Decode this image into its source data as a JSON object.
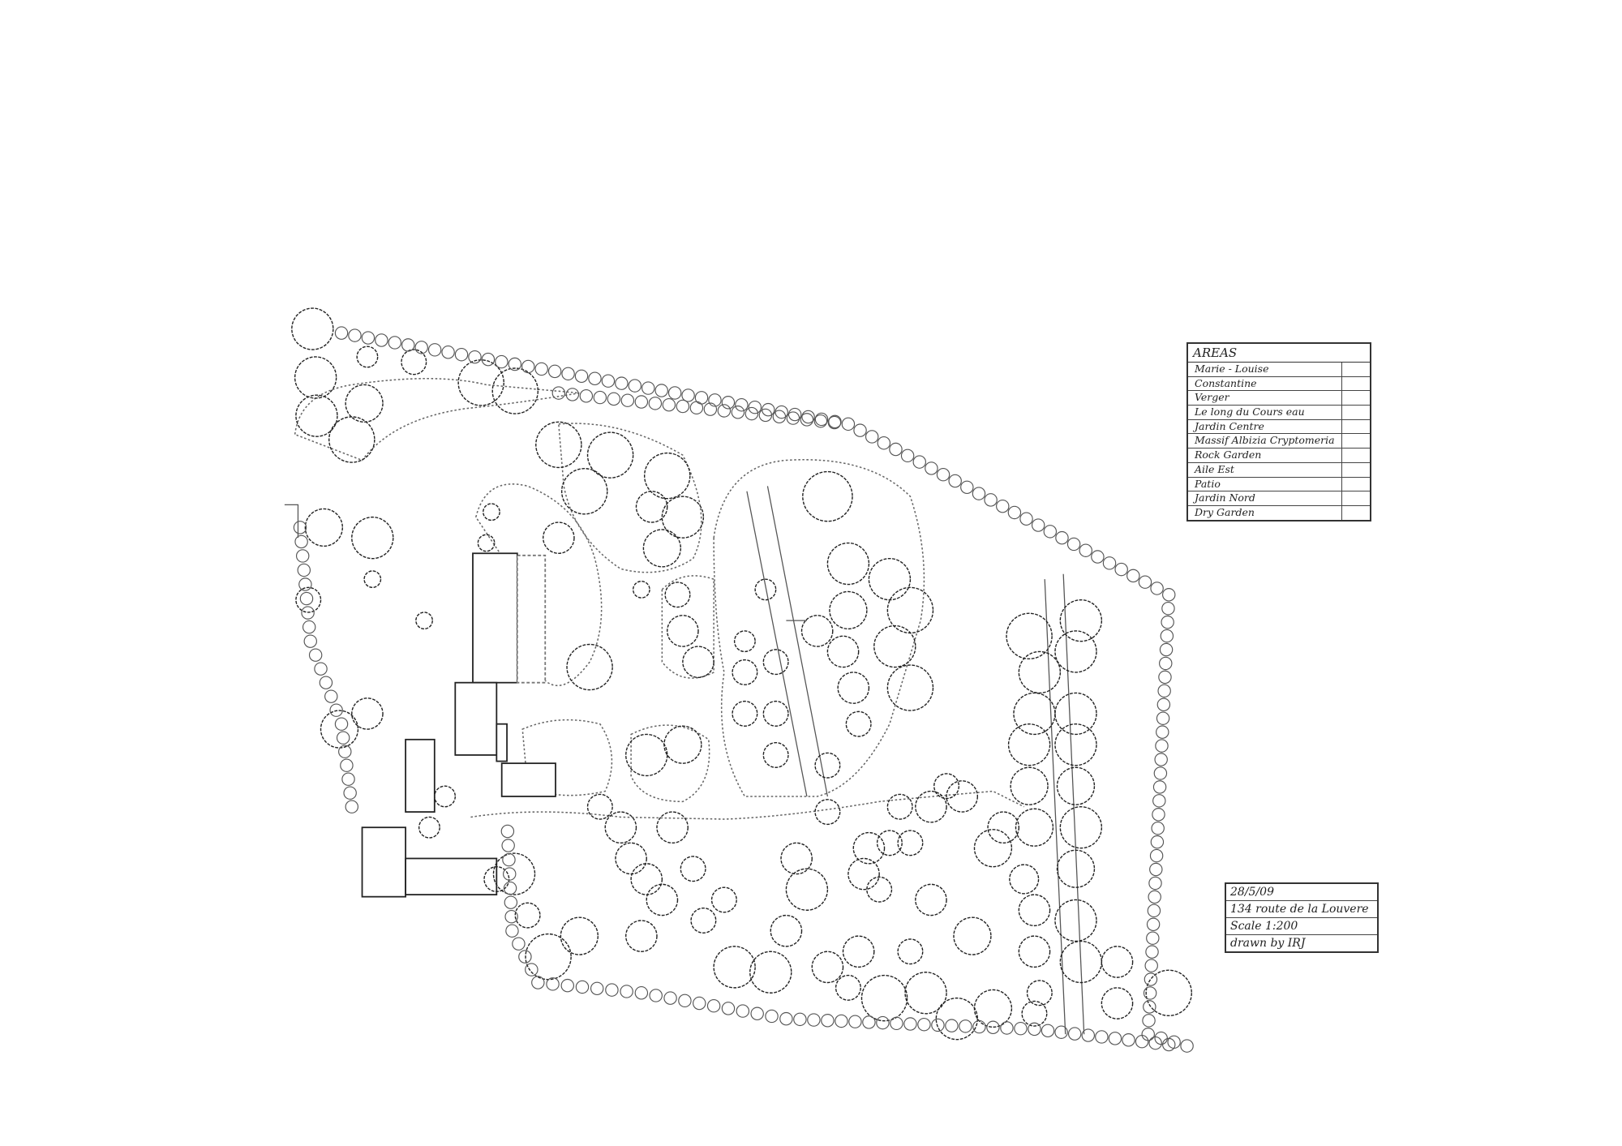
{
  "legend": {
    "title": "AREAS",
    "areas": [
      "Marie - Louise",
      "Constantine",
      "Verger",
      "Le long du Cours eau",
      "Jardin Centre",
      "Massif Albizia Cryptomeria",
      "Rock Garden",
      "Aile Est",
      "Patio",
      "Jardin Nord",
      "Dry Garden"
    ]
  },
  "info": {
    "date": "28/5/09",
    "address": "134 route de la Louvere",
    "scale": "Scale 1:200",
    "drawn_by": "drawn by IRJ"
  },
  "colors": {
    "ink": "#333333",
    "paper": "#ffffff"
  }
}
